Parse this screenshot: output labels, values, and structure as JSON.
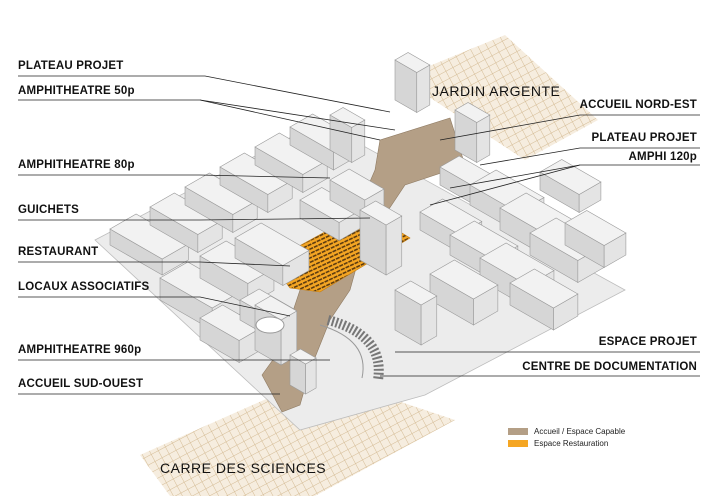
{
  "labels_left": [
    "PLATEAU PROJET",
    "AMPHITHEATRE 50p",
    "AMPHITHEATRE 80p",
    "GUICHETS",
    "RESTAURANT",
    "LOCAUX ASSOCIATIFS",
    "AMPHITHEATRE 960p",
    "ACCUEIL SUD-OUEST"
  ],
  "labels_right": [
    "ACCUEIL NORD-EST",
    "PLATEAU PROJET",
    "AMPHI 120p",
    "ESPACE PROJET",
    "CENTRE DE DOCUMENTATION"
  ],
  "zones": {
    "north": "JARDIN ARGENTE",
    "south": "CARRE DES SCIENCES"
  },
  "legend": [
    {
      "label": "Accueil / Espace Capable",
      "color": "#b49f86"
    },
    {
      "label": "Espace Restauration",
      "color": "#f5a623"
    }
  ],
  "colors": {
    "building_top": "#f2f2f2",
    "building_side": "#d6d6d6",
    "building_edge": "#9a9a9a",
    "hatch": "#d9c3a0"
  }
}
